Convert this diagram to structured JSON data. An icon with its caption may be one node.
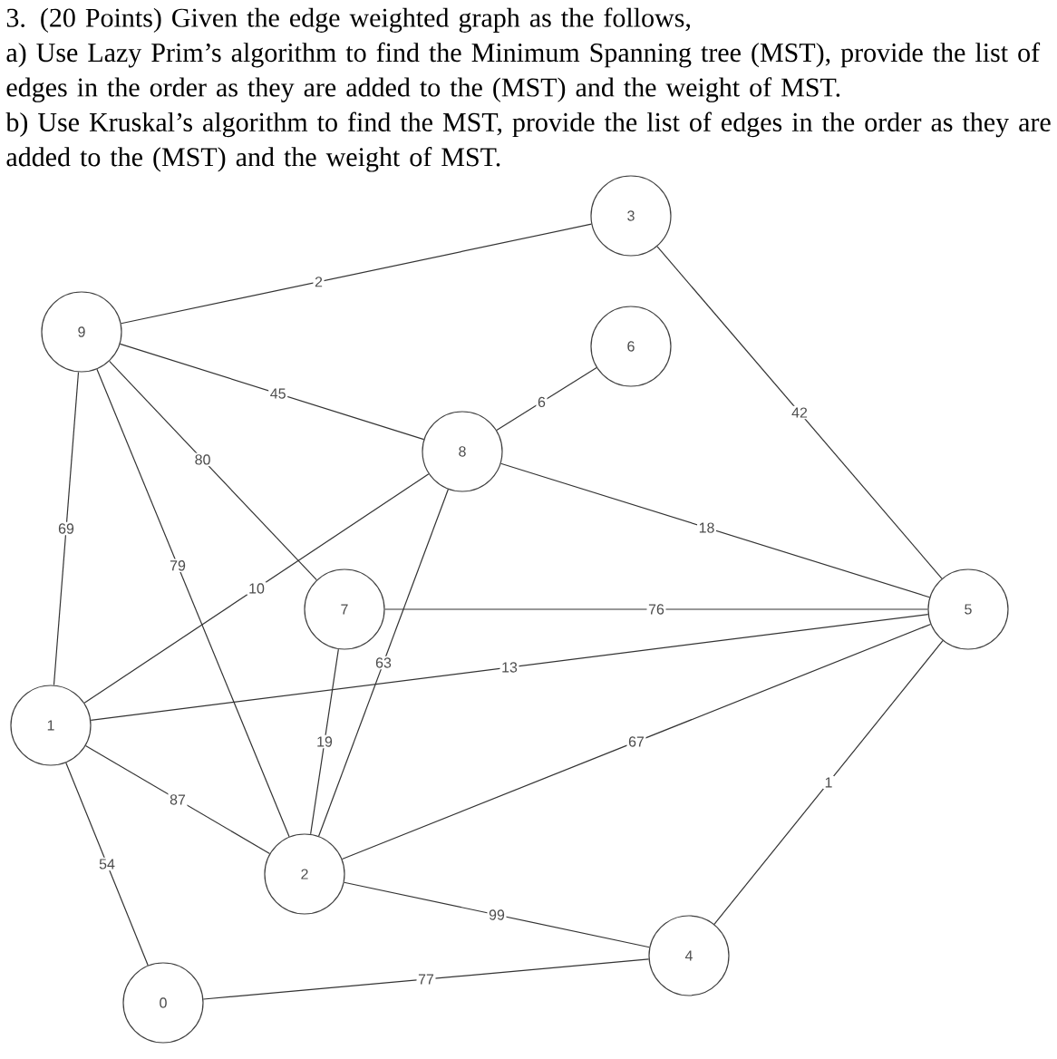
{
  "diagram": {
    "title": "3. (20 Points) Given the edge weighted graph as the follows,",
    "labels": [
      "a) Use Lazy Prim’s algorithm to find the Minimum Spanning tree (MST), provide the list of edges in the order as they are added to the (MST) and the weight of MST.",
      "b) Use Kruskal’s algorithm to find the MST, provide the list of edges in the order as they are added to the (MST) and the weight of MST."
    ],
    "nodes": [
      {
        "text": [
          "0"
        ]
      },
      {
        "text": [
          "1"
        ]
      },
      {
        "text": [
          "2"
        ]
      },
      {
        "text": [
          "3"
        ]
      },
      {
        "text": [
          "4"
        ]
      },
      {
        "text": [
          "5"
        ]
      },
      {
        "text": [
          "6"
        ]
      },
      {
        "text": [
          "7"
        ]
      },
      {
        "text": [
          "8"
        ]
      },
      {
        "text": [
          "9"
        ]
      }
    ],
    "edges": [
      {
        "from": 9,
        "to": 3,
        "label": "2",
        "arrow": "none"
      },
      {
        "from": 9,
        "to": 8,
        "label": "45",
        "arrow": "none"
      },
      {
        "from": 9,
        "to": 7,
        "label": "80",
        "arrow": "none"
      },
      {
        "from": 9,
        "to": 1,
        "label": "69",
        "arrow": "none"
      },
      {
        "from": 9,
        "to": 2,
        "label": "79",
        "arrow": "none"
      },
      {
        "from": 8,
        "to": 6,
        "label": "6",
        "arrow": "none"
      },
      {
        "from": 8,
        "to": 5,
        "label": "18",
        "arrow": "none"
      },
      {
        "from": 8,
        "to": 1,
        "label": "10",
        "arrow": "none"
      },
      {
        "from": 8,
        "to": 2,
        "label": "63",
        "arrow": "none"
      },
      {
        "from": 3,
        "to": 5,
        "label": "42",
        "arrow": "none"
      },
      {
        "from": 7,
        "to": 5,
        "label": "76",
        "arrow": "none"
      },
      {
        "from": 7,
        "to": 2,
        "label": "19",
        "arrow": "none"
      },
      {
        "from": 1,
        "to": 5,
        "label": "13",
        "arrow": "none"
      },
      {
        "from": 2,
        "to": 5,
        "label": "67",
        "arrow": "none"
      },
      {
        "from": 5,
        "to": 4,
        "label": "1",
        "arrow": "none"
      },
      {
        "from": 1,
        "to": 2,
        "label": "87",
        "arrow": "none"
      },
      {
        "from": 1,
        "to": 0,
        "label": "54",
        "arrow": "none"
      },
      {
        "from": 2,
        "to": 4,
        "label": "99",
        "arrow": "none"
      },
      {
        "from": 0,
        "to": 4,
        "label": "77",
        "arrow": "none"
      }
    ]
  }
}
